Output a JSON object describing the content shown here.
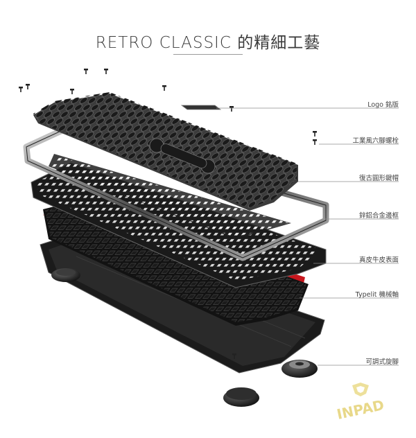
{
  "title": "RETRO CLASSIC 的精細工藝",
  "callouts": [
    {
      "id": "logo-plate",
      "label": "Logo 銘版"
    },
    {
      "id": "hex-bolts",
      "label": "工業風六腳螺栓"
    },
    {
      "id": "round-keycaps",
      "label": "復古圓形鍵帽"
    },
    {
      "id": "alloy-frame",
      "label": "鋅鋁合金邊框"
    },
    {
      "id": "leather-surface",
      "label": "真皮牛皮表面"
    },
    {
      "id": "mech-switches",
      "label": "Typelit 機械軸"
    },
    {
      "id": "adjustable-feet",
      "label": "可調式旋腳"
    }
  ],
  "watermark": {
    "text": "INPAD"
  },
  "colors": {
    "accent_red": "#c8161d",
    "metal_dark": "#1c1c1c",
    "line": "#8c8c8c",
    "watermark": "#e8d890"
  }
}
